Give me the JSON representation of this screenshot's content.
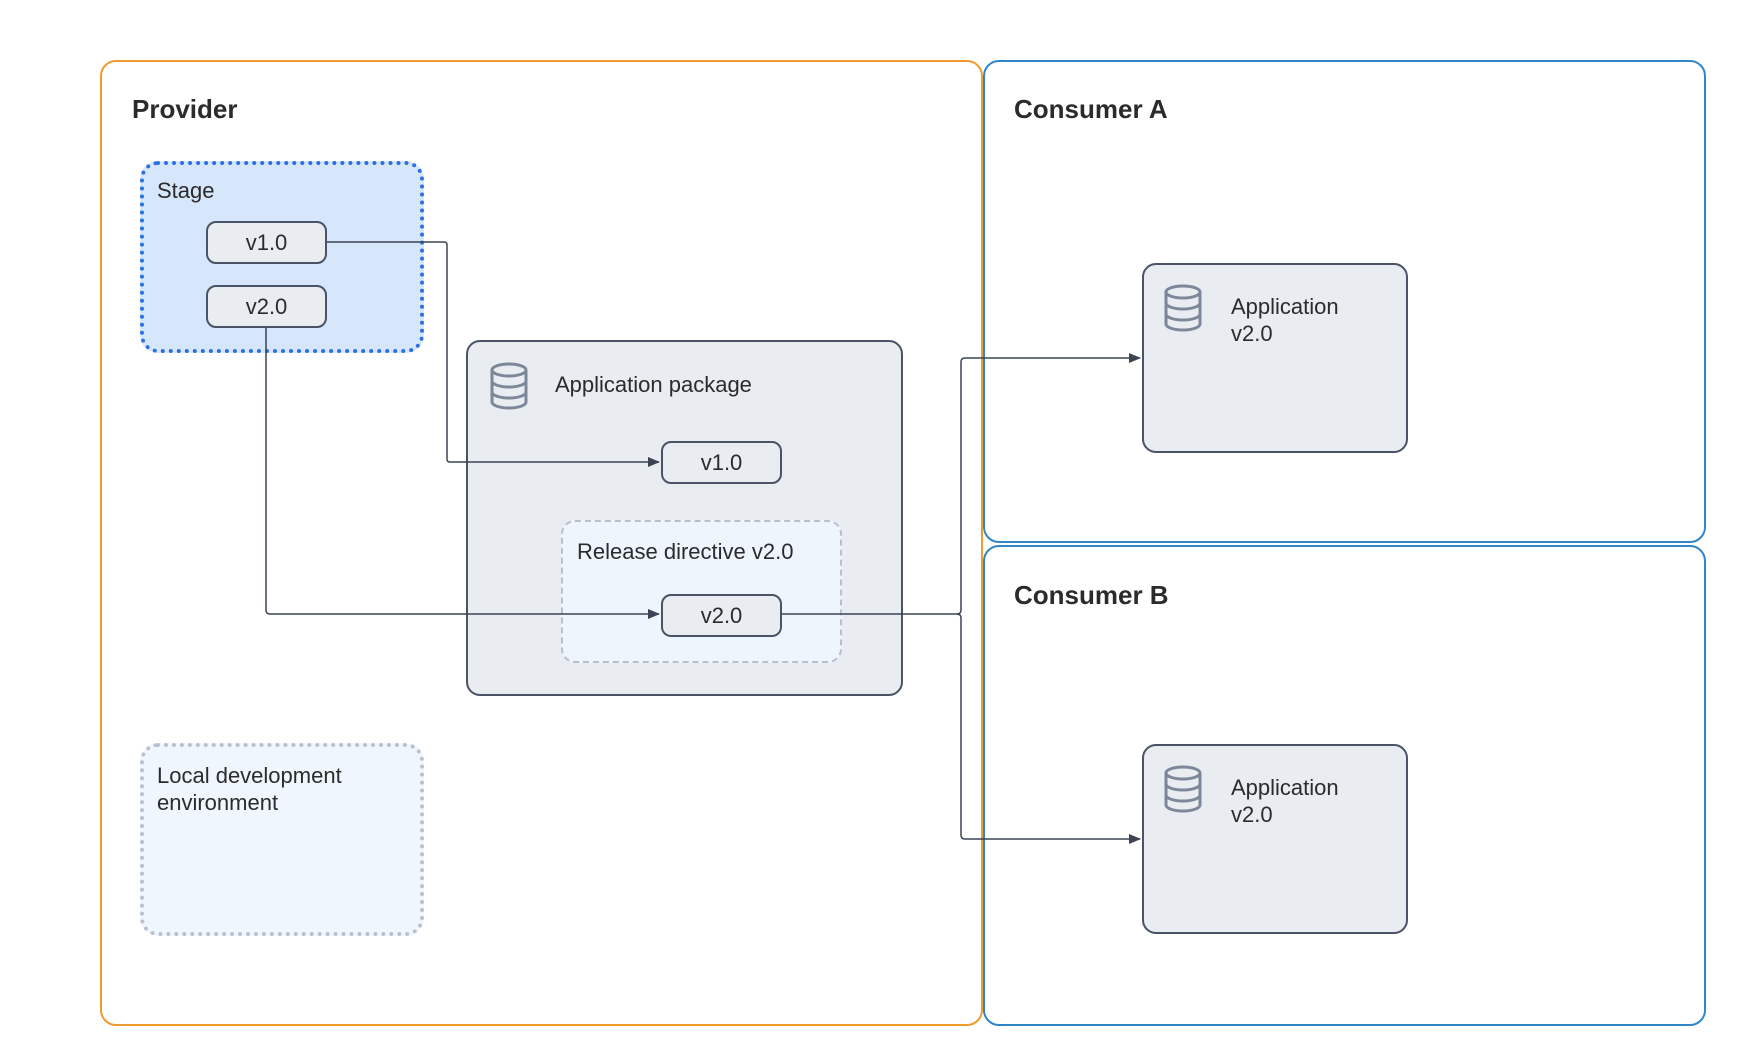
{
  "provider": {
    "title": "Provider"
  },
  "consumer_a": {
    "title": "Consumer A",
    "app": {
      "icon": "database-icon",
      "label": "Application\nv2.0"
    }
  },
  "consumer_b": {
    "title": "Consumer B",
    "app": {
      "icon": "database-icon",
      "label": "Application\nv2.0"
    }
  },
  "stage": {
    "label": "Stage",
    "versions": [
      "v1.0",
      "v2.0"
    ]
  },
  "local_dev": {
    "label": "Local development\nenvironment"
  },
  "app_package": {
    "icon": "database-icon",
    "label": "Application package",
    "version": "v1.0",
    "release_directive": {
      "label": "Release directive v2.0",
      "version": "v2.0"
    }
  },
  "colors": {
    "provider_border": "#ef9b2e",
    "consumer_border": "#2f86c9",
    "stage_fill": "#d6e6fb",
    "stage_border": "#2f6fe4",
    "node_fill": "#e9ecf0",
    "node_border": "#4a5466",
    "connector": "#3c4454"
  }
}
